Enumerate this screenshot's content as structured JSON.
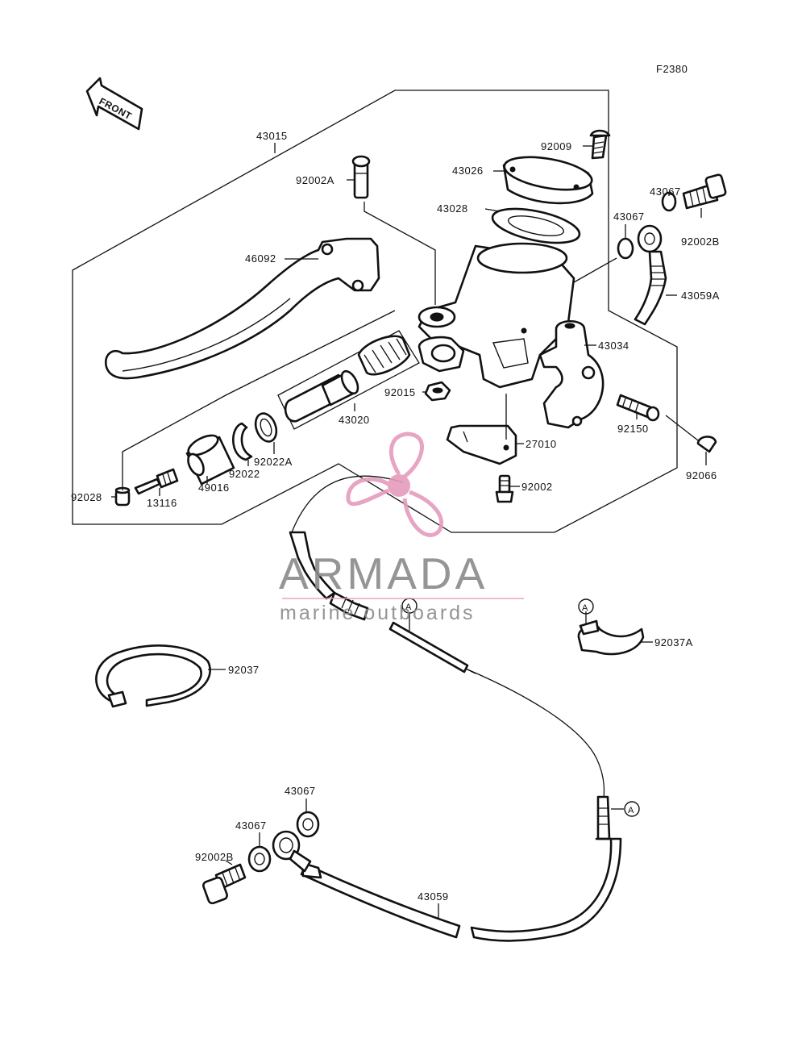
{
  "figure_code": "F2380",
  "front_label": "FRONT",
  "parts": {
    "p43015": "43015",
    "p46092": "46092",
    "p92002A": "92002A",
    "p92009": "92009",
    "p43026": "43026",
    "p43028": "43028",
    "p43067_top_a": "43067",
    "p43067_top_b": "43067",
    "p92002B_top": "92002B",
    "p43059A": "43059A",
    "p43034": "43034",
    "p43020": "43020",
    "p92015": "92015",
    "p92150": "92150",
    "p27010": "27010",
    "p92066": "92066",
    "p92002": "92002",
    "p92022A": "92022A",
    "p92022": "92022",
    "p49016": "49016",
    "p92028": "92028",
    "p13116": "13116",
    "p92037A": "92037A",
    "p92037": "92037",
    "p43067_bot_a": "43067",
    "p43067_bot_b": "43067",
    "p92002B_bot": "92002B",
    "p43059": "43059"
  },
  "ref_marker": "A",
  "watermark": {
    "brand": "ARMADA",
    "tagline": "marine outboards",
    "logo": "propeller-icon",
    "color": "#e59bbd"
  }
}
